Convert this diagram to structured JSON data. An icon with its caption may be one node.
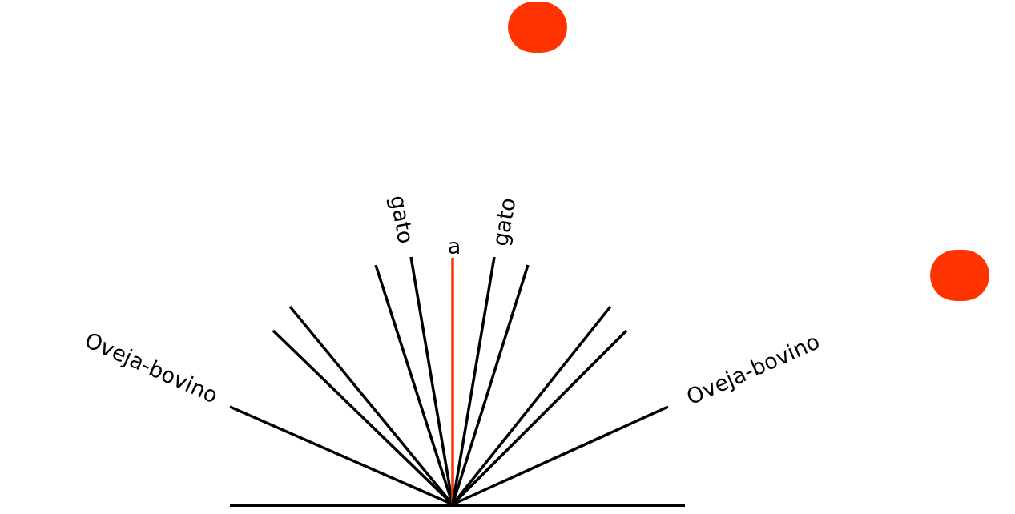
{
  "diagram": {
    "nodes": [
      {
        "text": [],
        "shape": "circle"
      },
      {
        "text": [],
        "shape": "circle"
      }
    ],
    "labels": [
      "Oveja-bovino",
      "gato",
      "a",
      "gato",
      "Oveja-bovino"
    ]
  }
}
